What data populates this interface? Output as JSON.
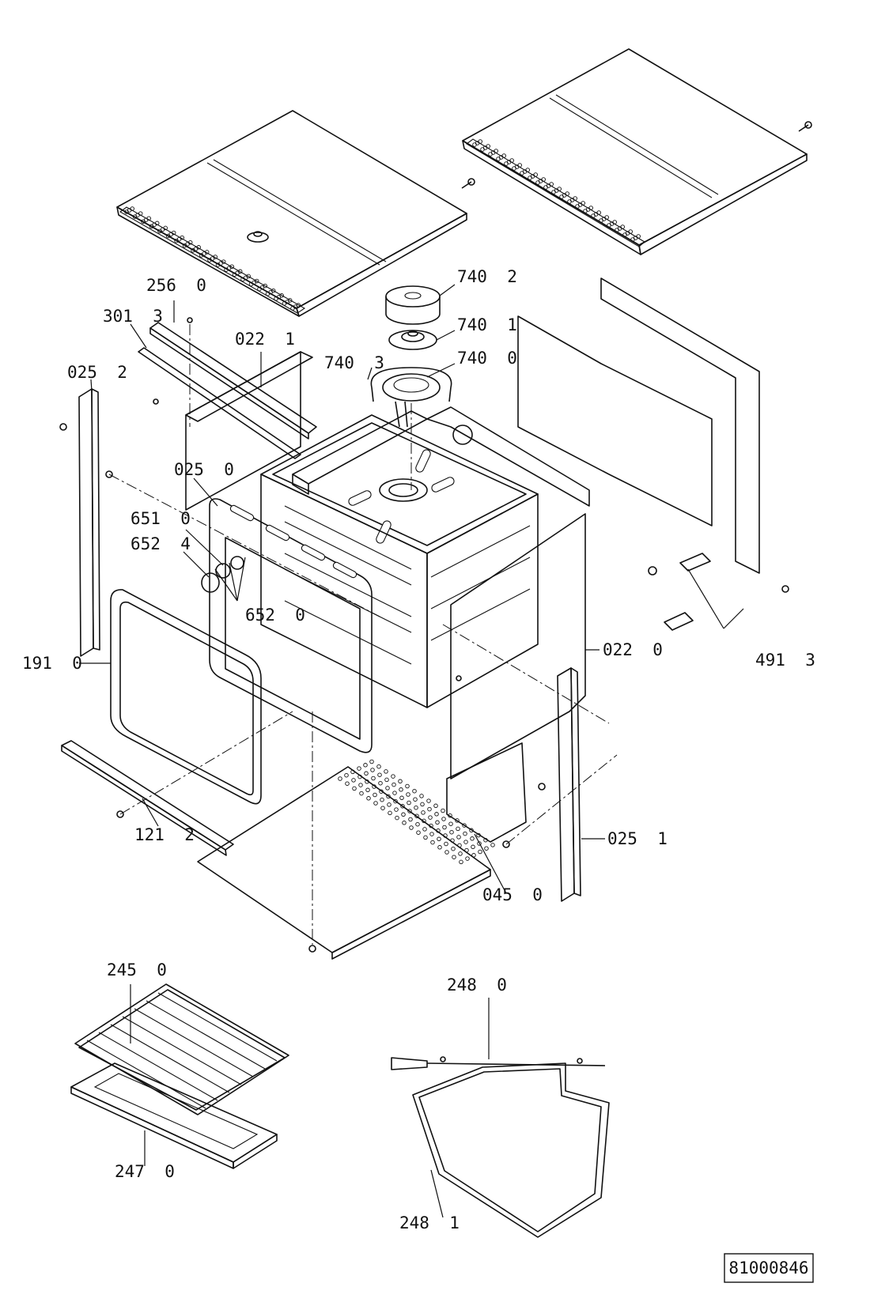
{
  "document_number": "81000846",
  "parts": [
    {
      "id": "p740-2",
      "code": "740  2"
    },
    {
      "id": "p740-1",
      "code": "740  1"
    },
    {
      "id": "p740-3",
      "code": "740  3"
    },
    {
      "id": "p740-0",
      "code": "740  0"
    },
    {
      "id": "p256-0",
      "code": "256  0"
    },
    {
      "id": "p301-3",
      "code": "301  3"
    },
    {
      "id": "p022-1",
      "code": "022  1"
    },
    {
      "id": "p025-2",
      "code": "025  2"
    },
    {
      "id": "p025-0",
      "code": "025  0"
    },
    {
      "id": "p651-0",
      "code": "651  0"
    },
    {
      "id": "p652-4",
      "code": "652  4"
    },
    {
      "id": "p652-0",
      "code": "652  0"
    },
    {
      "id": "p191-0",
      "code": "191  0"
    },
    {
      "id": "p022-0",
      "code": "022  0"
    },
    {
      "id": "p491-3",
      "code": "491  3"
    },
    {
      "id": "p025-1",
      "code": "025  1"
    },
    {
      "id": "p121-2",
      "code": "121  2"
    },
    {
      "id": "p045-0",
      "code": "045  0"
    },
    {
      "id": "p245-0",
      "code": "245  0"
    },
    {
      "id": "p248-0",
      "code": "248  0"
    },
    {
      "id": "p247-0",
      "code": "247  0"
    },
    {
      "id": "p248-1",
      "code": "248  1"
    }
  ]
}
